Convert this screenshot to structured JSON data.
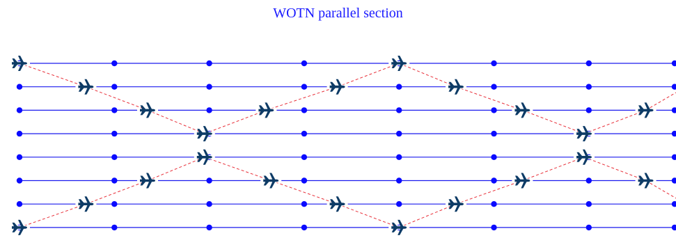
{
  "title": "WOTN parallel section",
  "colors": {
    "title": "#1a1aff",
    "track": "#1a1aee",
    "node": "#0b0bff",
    "plane": "#0d3b66",
    "path": "#e8303a"
  },
  "icons": {
    "plane": "airplane-icon",
    "node": "dot"
  },
  "diagram": {
    "track_count": 8,
    "columns": 8,
    "aircraft": [
      {
        "track": 1,
        "col": 0.0
      },
      {
        "track": 2,
        "col": 0.7
      },
      {
        "track": 3,
        "col": 1.35
      },
      {
        "track": 4,
        "col": 1.95
      },
      {
        "track": 5,
        "col": 1.95
      },
      {
        "track": 6,
        "col": 1.35
      },
      {
        "track": 7,
        "col": 0.7
      },
      {
        "track": 8,
        "col": 0.0
      },
      {
        "track": 3,
        "col": 2.6
      },
      {
        "track": 2,
        "col": 3.35
      },
      {
        "track": 1,
        "col": 4.0
      },
      {
        "track": 6,
        "col": 2.65
      },
      {
        "track": 7,
        "col": 3.35
      },
      {
        "track": 8,
        "col": 4.0
      },
      {
        "track": 2,
        "col": 4.6
      },
      {
        "track": 3,
        "col": 5.3
      },
      {
        "track": 4,
        "col": 5.95
      },
      {
        "track": 5,
        "col": 5.95
      },
      {
        "track": 6,
        "col": 5.3
      },
      {
        "track": 7,
        "col": 4.6
      },
      {
        "track": 3,
        "col": 6.6
      },
      {
        "track": 6,
        "col": 6.6
      }
    ],
    "paths": [
      [
        0,
        1,
        2,
        3
      ],
      [
        7,
        6,
        5,
        4
      ],
      [
        3,
        8,
        9,
        10
      ],
      [
        4,
        11,
        12,
        13
      ],
      [
        10,
        14,
        15,
        16
      ],
      [
        13,
        19,
        18,
        17
      ],
      [
        16,
        20
      ],
      [
        17,
        21
      ]
    ]
  }
}
